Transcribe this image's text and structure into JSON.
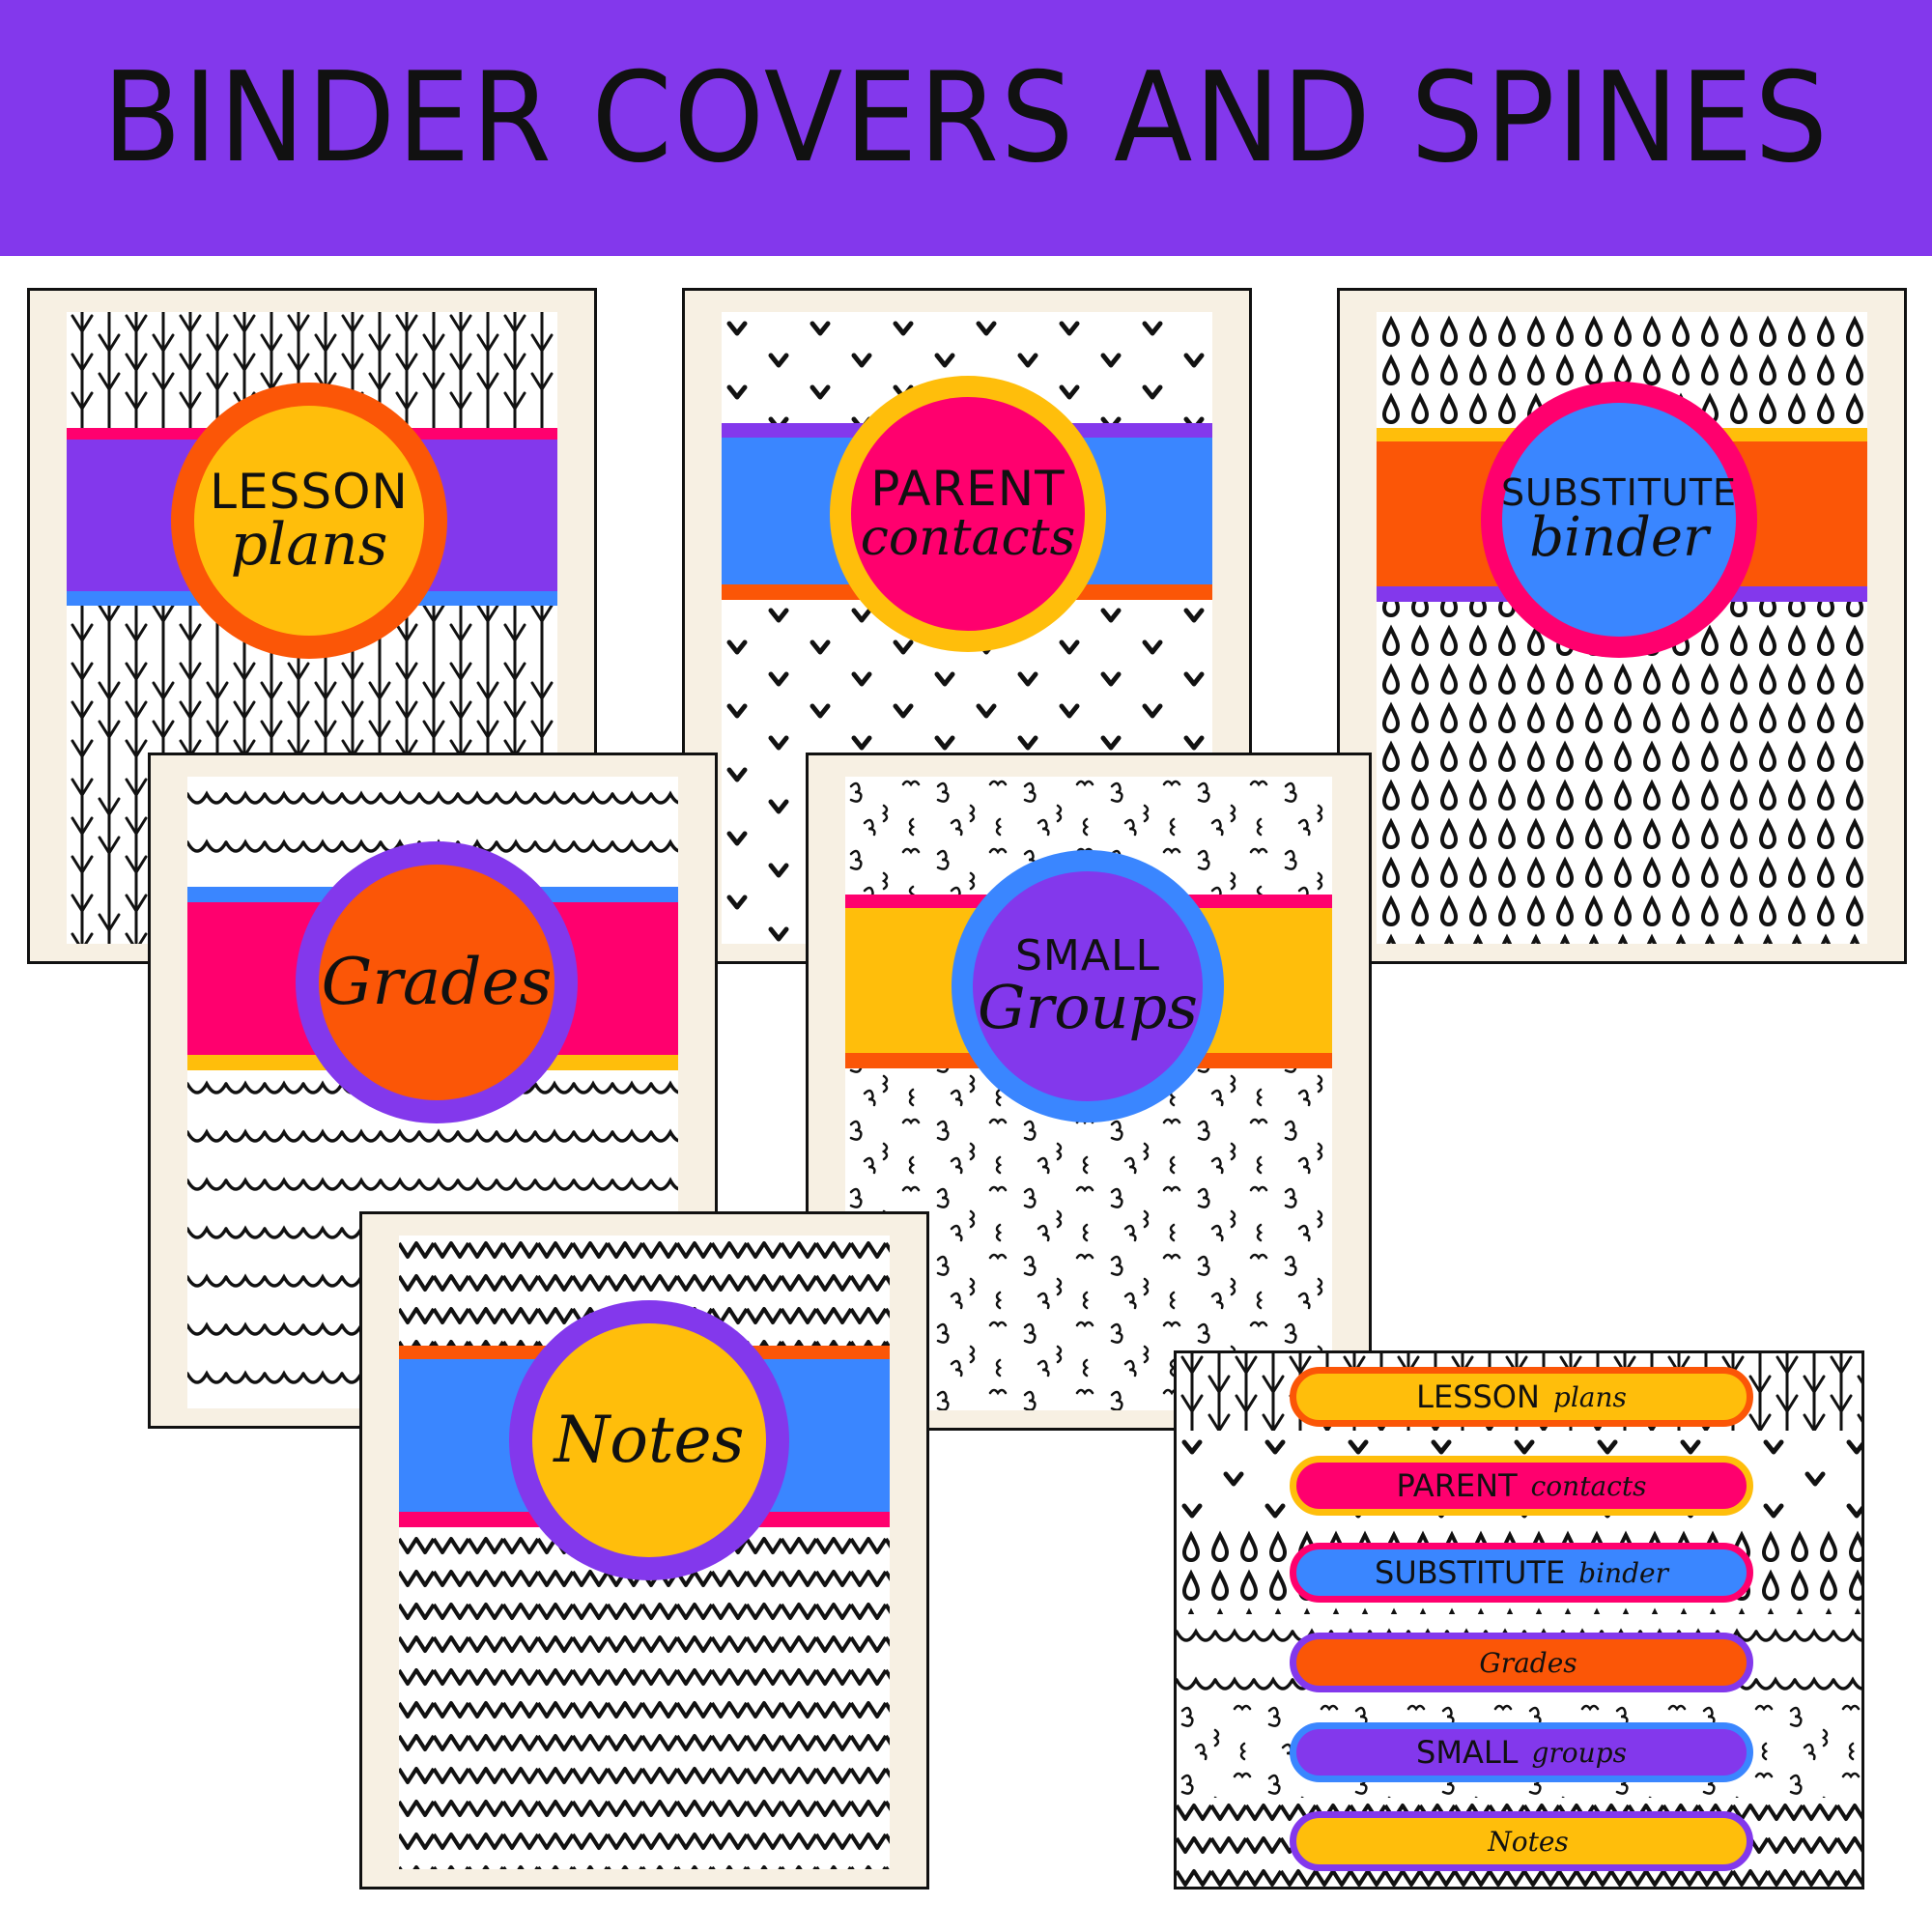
{
  "header": {
    "title": "BINDER COVERS AND SPINES",
    "background": "#8338EC"
  },
  "palette": {
    "purple": "#8338EC",
    "orange": "#FB5607",
    "yellow": "#FFBE0B",
    "pink": "#FF006E",
    "blue": "#3A86FF",
    "cream": "#F7F0E3"
  },
  "covers": [
    {
      "print": "LESSON",
      "script": "plans",
      "pattern": "arrows"
    },
    {
      "print": "PARENT",
      "script": "contacts",
      "pattern": "hearts"
    },
    {
      "print": "SUBSTITUTE",
      "script": "binder",
      "pattern": "drops"
    },
    {
      "print": "",
      "script": "Grades",
      "pattern": "scallops"
    },
    {
      "print": "SMALL",
      "script": "Groups",
      "pattern": "squiggles"
    },
    {
      "print": "",
      "script": "Notes",
      "pattern": "zigzag"
    }
  ],
  "spines": [
    {
      "print": "LESSON",
      "script": "plans"
    },
    {
      "print": "PARENT",
      "script": "contacts"
    },
    {
      "print": "SUBSTITUTE",
      "script": "binder"
    },
    {
      "print": "",
      "script": "Grades"
    },
    {
      "print": "SMALL",
      "script": "groups"
    },
    {
      "print": "",
      "script": "Notes"
    }
  ]
}
